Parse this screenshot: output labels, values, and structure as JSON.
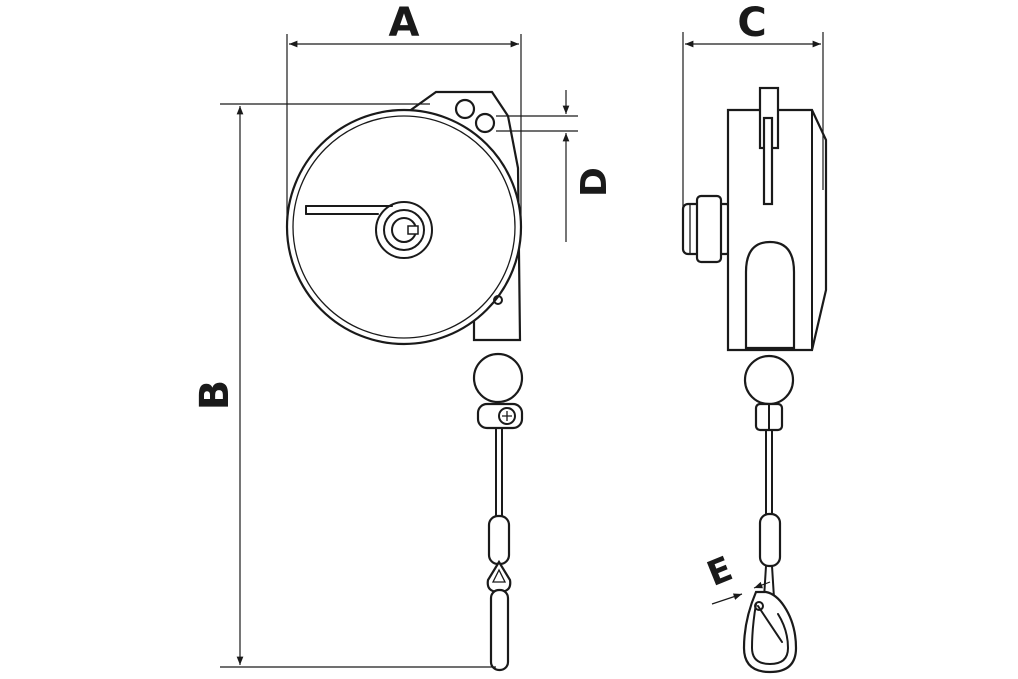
{
  "dimension_labels": {
    "a": "A",
    "b": "B",
    "c": "C",
    "d": "D",
    "e": "E"
  },
  "colors": {
    "line": "#1a1a1a",
    "background": "#ffffff"
  }
}
